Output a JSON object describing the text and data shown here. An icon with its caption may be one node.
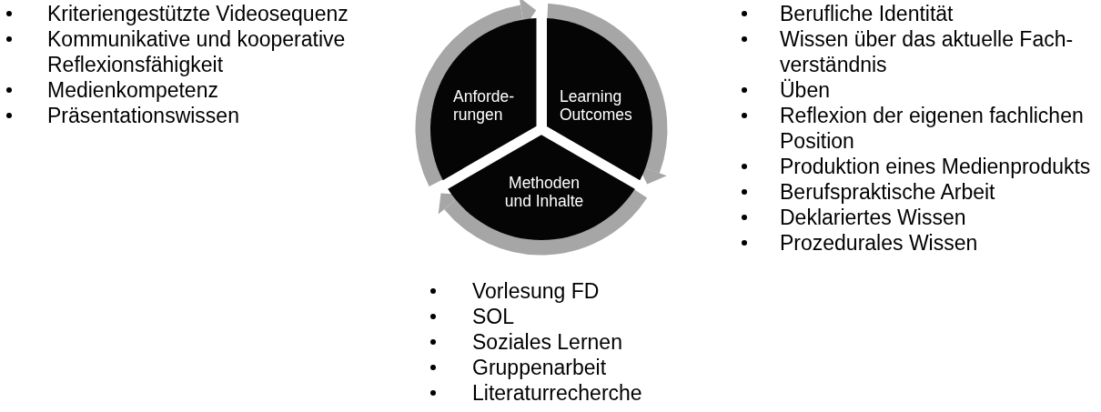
{
  "diagram": {
    "nodes": [
      {
        "text": [
          "Anforde- rungen"
        ]
      },
      {
        "text": [
          "Learning Outcomes"
        ]
      },
      {
        "text": [
          "Methoden und Inhalte"
        ]
      }
    ],
    "edges": [
      {
        "from": 0,
        "to": 1,
        "arrow": "to"
      },
      {
        "from": 1,
        "to": 2,
        "arrow": "to"
      },
      {
        "from": 2,
        "to": 0,
        "arrow": "to"
      }
    ],
    "labels": [
      "Kriteriengestützte Videosequenz",
      "Kommunikative und kooperative Reflexionsfähigkeit",
      "Medienkompetenz",
      "Präsentationswissen",
      "Berufliche Identität",
      "Wissen über das aktuelle Fach- verständnis",
      "Üben",
      "Reflexion der eigenen fachlichen Position",
      "Produktion eines Medienprodukts",
      "Berufspraktische Arbeit",
      "Deklariertes Wissen",
      "Prozedurales Wissen",
      "Vorlesung FD",
      "SOL",
      "Soziales Lernen",
      "Gruppenarbeit",
      "Literaturrecherche"
    ]
  }
}
